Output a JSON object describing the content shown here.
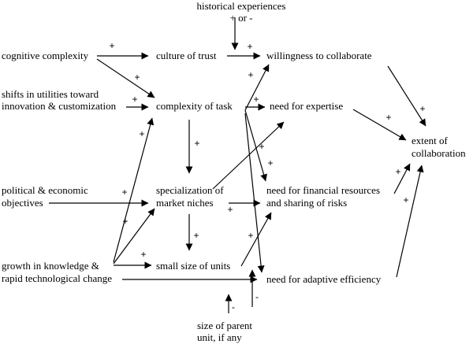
{
  "nodes": {
    "historical": [
      "historical experiences",
      "+ or -"
    ],
    "cognitive": [
      "cognitive complexity"
    ],
    "shifts": [
      "shifts in utilities toward",
      "innovation & customization"
    ],
    "political": [
      "political & economic",
      "objectives"
    ],
    "growth": [
      "growth in knowledge &",
      "rapid technological change"
    ],
    "trust": [
      "culture of trust"
    ],
    "complexity": [
      "complexity of task"
    ],
    "specialization": [
      "specialization of",
      "market niches"
    ],
    "small": [
      "small size of units"
    ],
    "parent": [
      "size of parent",
      "unit, if any"
    ],
    "willingness": [
      "willingness to collaborate"
    ],
    "expertise": [
      "need for expertise"
    ],
    "financial": [
      "need for financial resources",
      "and sharing of risks"
    ],
    "adaptive": [
      "need for adaptive efficiency"
    ],
    "extent": [
      "extent of",
      "collaboration"
    ]
  },
  "signs": {
    "plus": "+",
    "minus": "-"
  },
  "edges": [
    {
      "from": "historical",
      "to": "trust",
      "sign": "unlabeled"
    },
    {
      "from": "cognitive",
      "to": "trust",
      "sign": "+"
    },
    {
      "from": "cognitive",
      "to": "complexity",
      "sign": "+"
    },
    {
      "from": "shifts",
      "to": "complexity",
      "sign": "+"
    },
    {
      "from": "political",
      "to": "specialization",
      "sign": "+"
    },
    {
      "from": "growth",
      "to": "complexity",
      "sign": "+"
    },
    {
      "from": "growth",
      "to": "specialization",
      "sign": "+"
    },
    {
      "from": "growth",
      "to": "small",
      "sign": "+"
    },
    {
      "from": "growth",
      "to": "adaptive",
      "sign": "unlabeled"
    },
    {
      "from": "trust",
      "to": "willingness",
      "sign": "+"
    },
    {
      "from": "complexity",
      "to": "specialization",
      "sign": "+"
    },
    {
      "from": "complexity",
      "to": "willingness",
      "sign": "+"
    },
    {
      "from": "complexity",
      "to": "expertise",
      "sign": "+"
    },
    {
      "from": "complexity",
      "to": "financial",
      "sign": "+"
    },
    {
      "from": "complexity",
      "to": "adaptive",
      "sign": "+"
    },
    {
      "from": "specialization",
      "to": "small",
      "sign": "+"
    },
    {
      "from": "specialization",
      "to": "expertise",
      "sign": "unlabeled"
    },
    {
      "from": "specialization",
      "to": "financial",
      "sign": "+"
    },
    {
      "from": "small",
      "to": "financial",
      "sign": "+"
    },
    {
      "from": "small",
      "to": "adaptive",
      "sign": "-"
    },
    {
      "from": "parent",
      "to": "small",
      "sign": "-"
    },
    {
      "from": "willingness",
      "to": "extent",
      "sign": "+"
    },
    {
      "from": "expertise",
      "to": "extent",
      "sign": "+"
    },
    {
      "from": "financial",
      "to": "extent",
      "sign": "+"
    },
    {
      "from": "adaptive",
      "to": "extent",
      "sign": "+"
    }
  ]
}
